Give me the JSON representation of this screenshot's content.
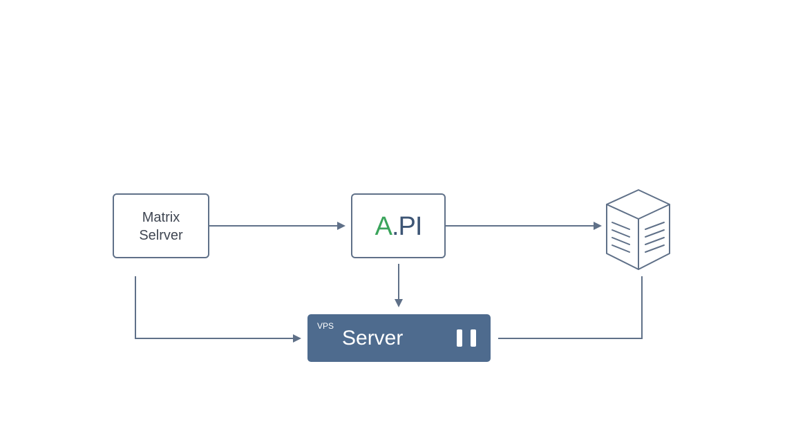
{
  "nodes": {
    "matrix_server": {
      "label": "Matrix\nSelrver"
    },
    "api": {
      "label_a": "A",
      "label_b": ".PI"
    },
    "vps_server": {
      "tag": "VPS",
      "title": "Server"
    },
    "storage": {
      "icon": "server-cube-icon"
    }
  },
  "colors": {
    "stroke": "#5f7088",
    "api_accent": "#3aa45b",
    "api_text": "#3d5575",
    "vps_fill": "#4e6b8e"
  }
}
